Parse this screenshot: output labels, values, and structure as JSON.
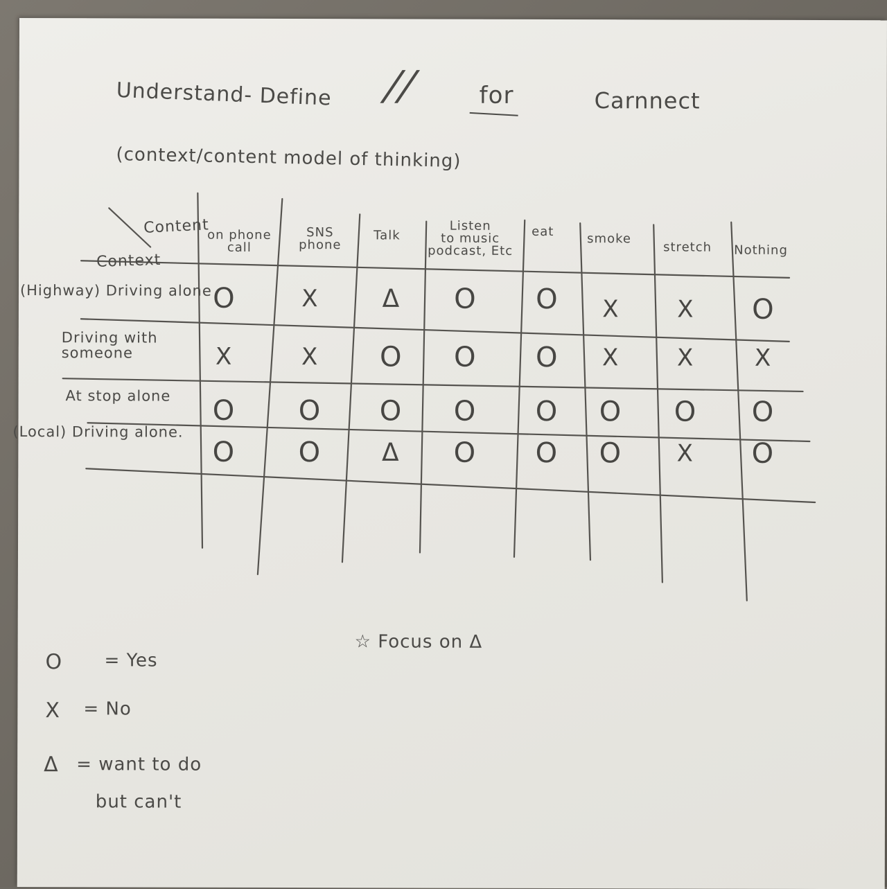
{
  "title": {
    "left": "Understand- Define",
    "slashes": "//",
    "middle": "for",
    "right": "Carnnect"
  },
  "subtitle": "(context/content model of thinking)",
  "table": {
    "corner_content": "Content",
    "corner_context": "Context",
    "columns": [
      "on phone\ncall",
      "SNS\nphone",
      "Talk",
      "Listen\nto music\npodcast, Etc",
      "eat",
      "smoke",
      "stretch",
      "Nothing"
    ],
    "rows": [
      {
        "label": "(Highway) Driving alone",
        "marks": [
          "O",
          "X",
          "Δ",
          "O",
          "O",
          "X",
          "X",
          "O"
        ]
      },
      {
        "label": "Driving with\nsomeone",
        "marks": [
          "X",
          "X",
          "O",
          "O",
          "O",
          "X",
          "X",
          "X"
        ]
      },
      {
        "label": "At stop alone",
        "marks": [
          "O",
          "O",
          "O",
          "O",
          "O",
          "O",
          "O",
          "O"
        ]
      },
      {
        "label": "(Local) Driving alone.",
        "marks": [
          "O",
          "O",
          "Δ",
          "O",
          "O",
          "O",
          "X",
          "O"
        ]
      }
    ]
  },
  "focus_note": "☆ Focus on Δ",
  "legend": [
    {
      "symbol": "O",
      "meaning": "= Yes"
    },
    {
      "symbol": "X",
      "meaning": "= No"
    },
    {
      "symbol": "Δ",
      "meaning": "= want to do\n   but can't"
    }
  ]
}
